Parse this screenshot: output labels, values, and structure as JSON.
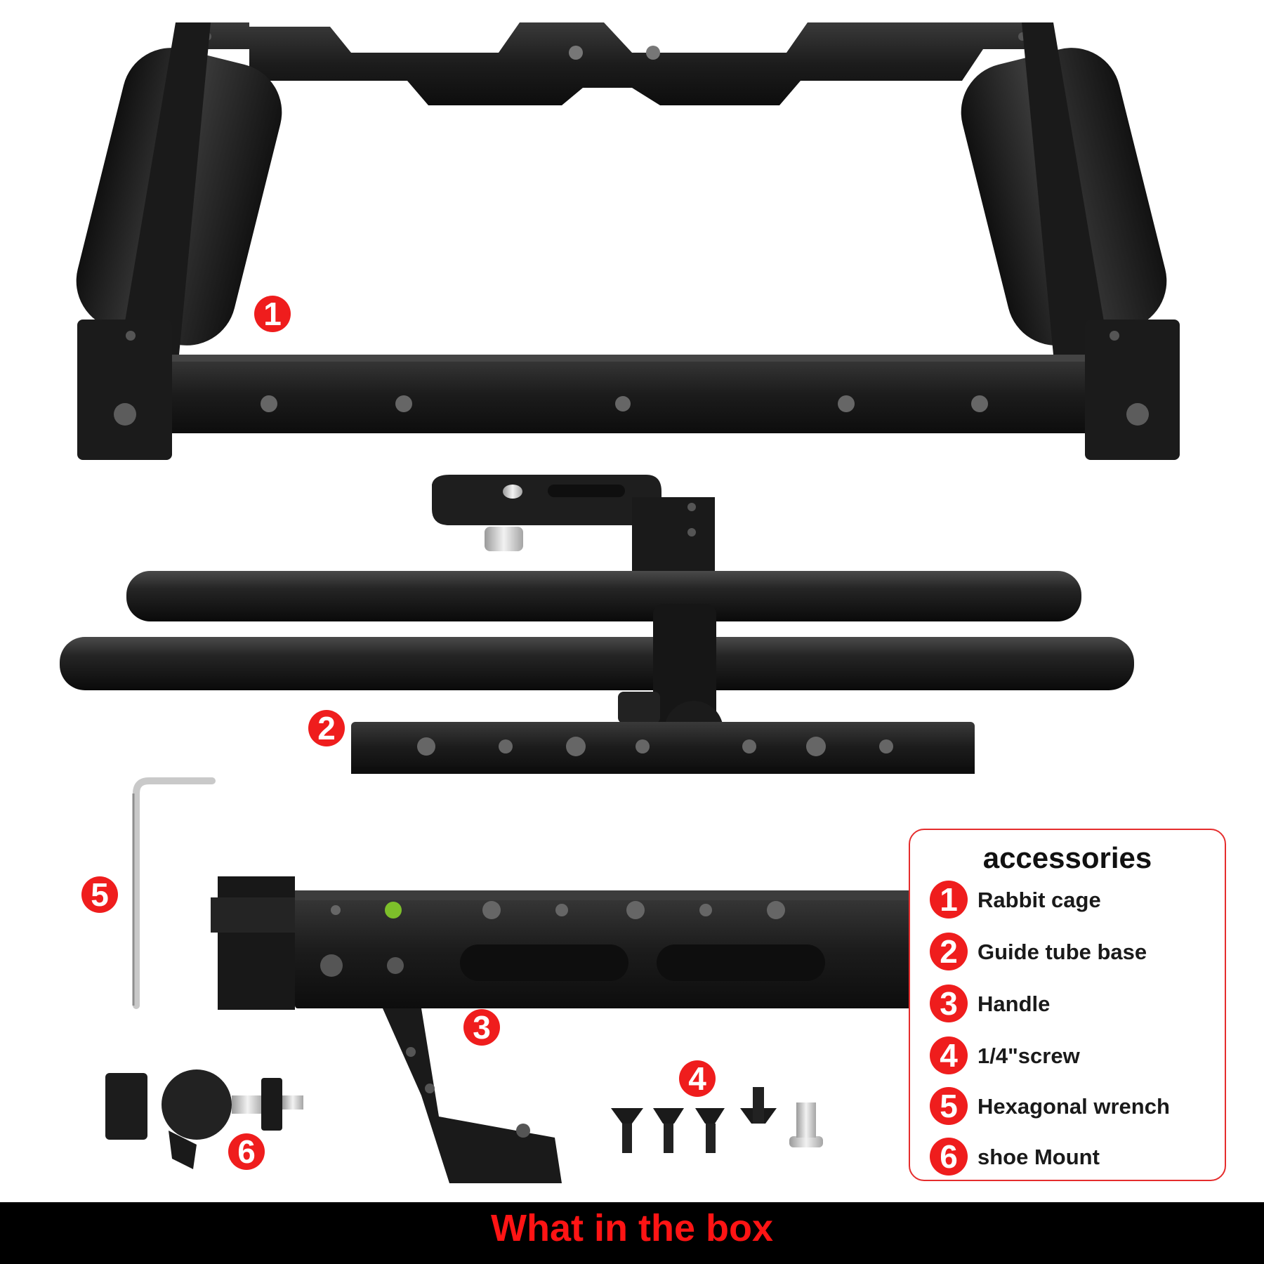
{
  "callouts": [
    "1",
    "2",
    "3",
    "4",
    "5",
    "6"
  ],
  "accessories": {
    "title": "accessories",
    "items": [
      {
        "number": "1",
        "label": "Rabbit cage"
      },
      {
        "number": "2",
        "label": "Guide tube base"
      },
      {
        "number": "3",
        "label": "Handle"
      },
      {
        "number": "4",
        "label": "1/4\"screw"
      },
      {
        "number": "5",
        "label": "Hexagonal wrench"
      },
      {
        "number": "6",
        "label": "shoe Mount"
      }
    ]
  },
  "footer": {
    "title": "What in the box"
  },
  "colors": {
    "accent": "#ef1d1d",
    "footer_background": "#000000",
    "footer_text": "#ff1414",
    "metal": "#1f1f1f"
  }
}
